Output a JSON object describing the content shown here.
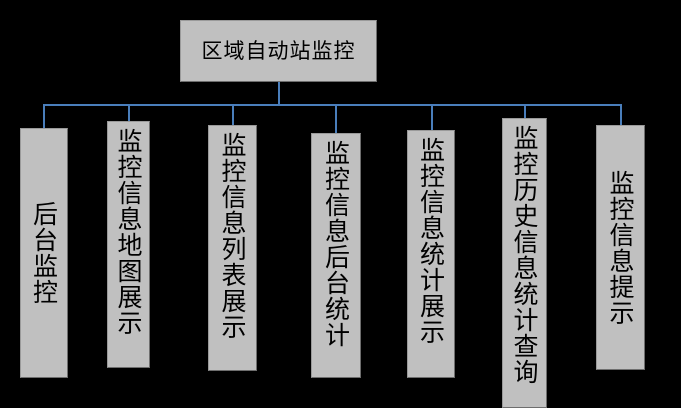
{
  "diagram": {
    "type": "organization-chart",
    "orientation": "top-down",
    "background_color": "#000000",
    "node_fill_color": "#c0c0c0",
    "node_text_color": "#000000",
    "connector_color": "#4a7ebb",
    "root": {
      "id": "root",
      "label": "区域自动站监控",
      "text_direction": "horizontal"
    },
    "children": [
      {
        "id": "child-1",
        "label": "后台监控",
        "text_direction": "vertical"
      },
      {
        "id": "child-2",
        "label": "监控信息地图展示",
        "text_direction": "vertical"
      },
      {
        "id": "child-3",
        "label": "监控信息列表展示",
        "text_direction": "vertical"
      },
      {
        "id": "child-4",
        "label": "监控信息后台统计",
        "text_direction": "vertical"
      },
      {
        "id": "child-5",
        "label": "监控信息统计展示",
        "text_direction": "vertical"
      },
      {
        "id": "child-6",
        "label": "监控历史信息统计查询",
        "text_direction": "vertical"
      },
      {
        "id": "child-7",
        "label": "监控信息提示",
        "text_direction": "vertical"
      }
    ]
  }
}
